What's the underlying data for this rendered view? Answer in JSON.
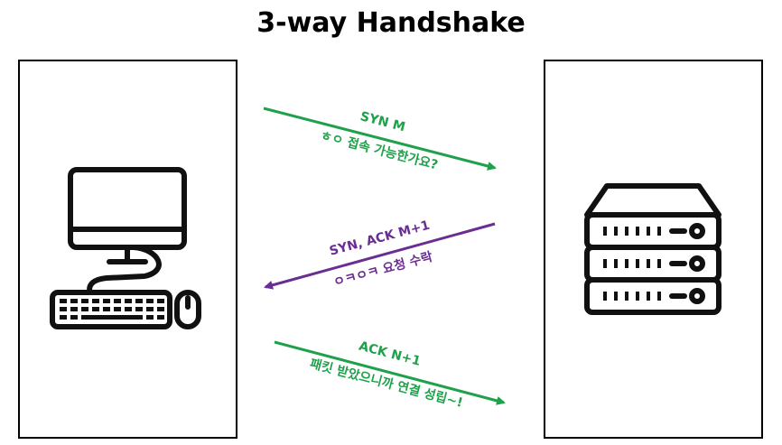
{
  "title": "3-way Handshake",
  "colors": {
    "green": "#1fa04a",
    "purple": "#6a2d91",
    "black": "#111111"
  },
  "icons": {
    "client": "desktop-computer-icon",
    "server": "server-icon"
  },
  "messages": [
    {
      "line1": "SYN    M",
      "line2": "ㅎㅇ 접속 가능한가요?",
      "direction": "client-to-server",
      "color": "#1fa04a"
    },
    {
      "line1": "SYN, ACK    M+1",
      "line2": "ㅇㅋㅇㅋ 요청 수락",
      "direction": "server-to-client",
      "color": "#6a2d91"
    },
    {
      "line1": "ACK    N+1",
      "line2": "패킷 받았으니까 연결 성립~!",
      "direction": "client-to-server",
      "color": "#1fa04a"
    }
  ]
}
